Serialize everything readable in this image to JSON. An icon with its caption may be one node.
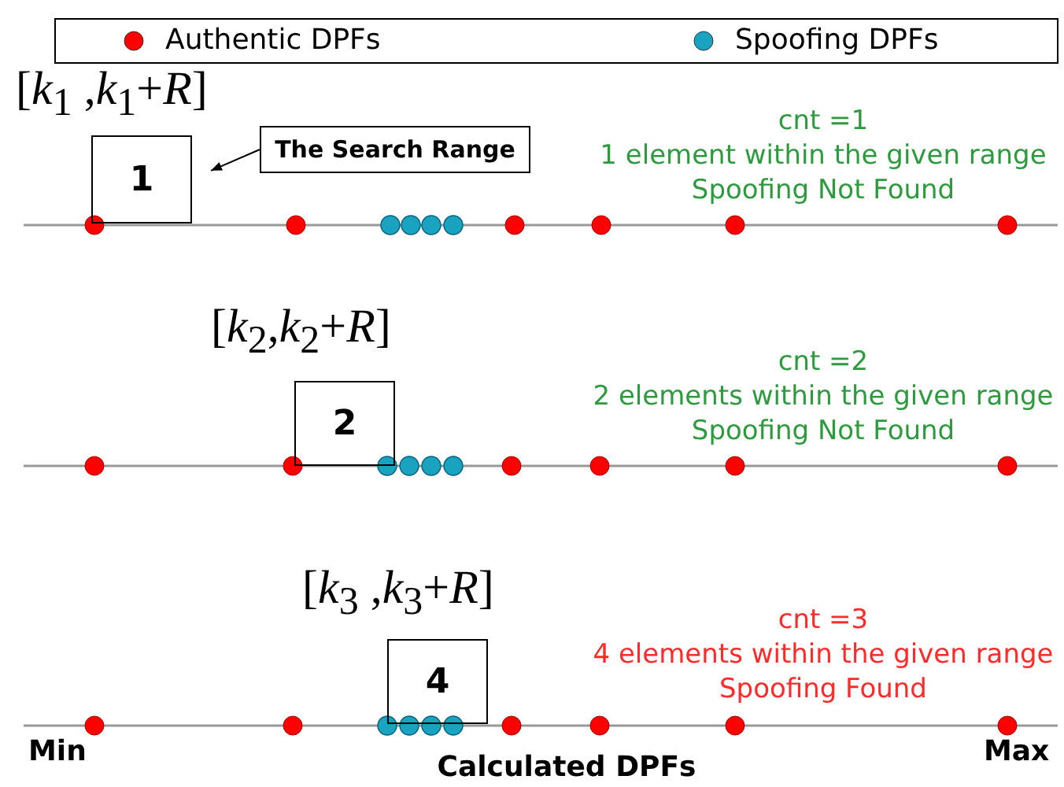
{
  "diagram": {
    "nodes": [
      {
        "text": [
          "1"
        ]
      },
      {
        "text": [
          "The Search Range"
        ]
      },
      {
        "text": [
          "2"
        ]
      },
      {
        "text": [
          "4"
        ]
      }
    ],
    "edges": [
      {
        "from": 1,
        "to": 0,
        "arrow": "to"
      }
    ],
    "labels": [
      "[*k*$_{1}$ ,*k*$_{1}$+*R*]",
      "cnt =1",
      "1 element within the given range",
      "Spoofing Not Found",
      "[*k*$_{2}$,*k*$_{2}$+*R*]",
      "cnt =2",
      "2 elements within the given range",
      "Spoofing Not Found",
      "[*k*$_{3}$ ,*k*$_{3}$+*R*]",
      "cnt =3",
      "4 elements within the given range",
      "Spoofing Found",
      "Min",
      "Max",
      "Calculated DPFs"
    ],
    "legend": [
      {
        "text": "Authentic DPFs",
        "color": "#ff0000"
      },
      {
        "text": "Spoofing DPFs",
        "color": "#1aa3c0"
      }
    ]
  }
}
